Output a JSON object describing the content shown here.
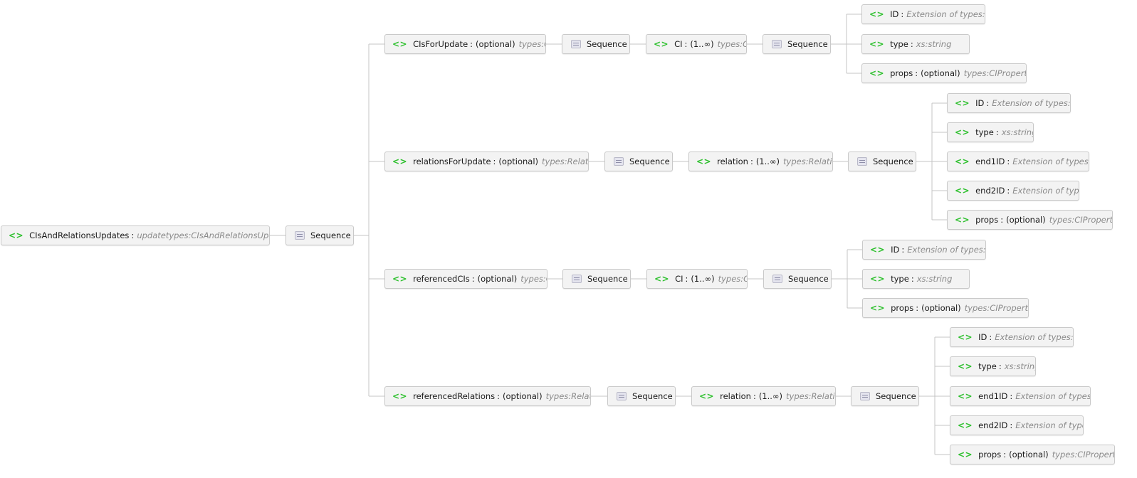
{
  "separator": ":",
  "sequence_label": "Sequence",
  "root": {
    "name": "CIsAndRelationsUpdates",
    "type": "updatetypes:CIsAndRelationsUpdates",
    "seq": "Sequence",
    "children": [
      {
        "name": "CIsForUpdate",
        "card": "(optional)",
        "type": "types:CIs",
        "seq": "Sequence",
        "item": {
          "name": "CI",
          "card": "(1..∞)",
          "type": "types:CI",
          "seq": "Sequence"
        },
        "fields": [
          {
            "name": "ID",
            "card": "",
            "type": "Extension of types:ID"
          },
          {
            "name": "type",
            "card": "",
            "type": "xs:string"
          },
          {
            "name": "props",
            "card": "(optional)",
            "type": "types:CIProperties"
          }
        ]
      },
      {
        "name": "relationsForUpdate",
        "card": "(optional)",
        "type": "types:Relations",
        "seq": "Sequence",
        "item": {
          "name": "relation",
          "card": "(1..∞)",
          "type": "types:Relation",
          "seq": "Sequence"
        },
        "fields": [
          {
            "name": "ID",
            "card": "",
            "type": "Extension of types:ID"
          },
          {
            "name": "type",
            "card": "",
            "type": "xs:string"
          },
          {
            "name": "end1ID",
            "card": "",
            "type": "Extension of types:ID"
          },
          {
            "name": "end2ID",
            "card": "",
            "type": "Extension of types:ID"
          },
          {
            "name": "props",
            "card": "(optional)",
            "type": "types:CIProperties"
          }
        ]
      },
      {
        "name": "referencedCIs",
        "card": "(optional)",
        "type": "types:CIs",
        "seq": "Sequence",
        "item": {
          "name": "CI",
          "card": "(1..∞)",
          "type": "types:CI",
          "seq": "Sequence"
        },
        "fields": [
          {
            "name": "ID",
            "card": "",
            "type": "Extension of types:ID"
          },
          {
            "name": "type",
            "card": "",
            "type": "xs:string"
          },
          {
            "name": "props",
            "card": "(optional)",
            "type": "types:CIProperties"
          }
        ]
      },
      {
        "name": "referencedRelations",
        "card": "(optional)",
        "type": "types:Relations",
        "seq": "Sequence",
        "item": {
          "name": "relation",
          "card": "(1..∞)",
          "type": "types:Relation",
          "seq": "Sequence"
        },
        "fields": [
          {
            "name": "ID",
            "card": "",
            "type": "Extension of types:ID"
          },
          {
            "name": "type",
            "card": "",
            "type": "xs:string"
          },
          {
            "name": "end1ID",
            "card": "",
            "type": "Extension of types:ID"
          },
          {
            "name": "end2ID",
            "card": "",
            "type": "Extension of types:ID"
          },
          {
            "name": "props",
            "card": "(optional)",
            "type": "types:CIProperties"
          }
        ]
      }
    ]
  }
}
